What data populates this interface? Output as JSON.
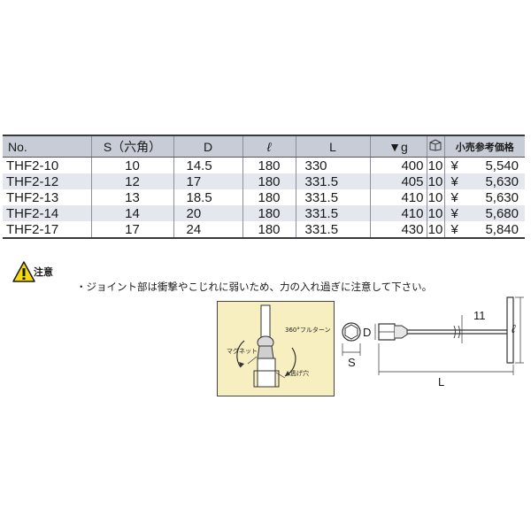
{
  "table": {
    "headers": {
      "no": "No.",
      "s": "S（六角）",
      "d": "D",
      "l_small": "ℓ",
      "l": "L",
      "g": "▼g",
      "retail_price": "小売参考価格"
    },
    "rows": [
      {
        "no": "THF2-10",
        "s": "10",
        "d": "14.5",
        "l_small": "180",
        "l": "330",
        "g": "400",
        "qty": "10",
        "yen": "¥",
        "price": "5,540"
      },
      {
        "no": "THF2-12",
        "s": "12",
        "d": "17",
        "l_small": "180",
        "l": "331.5",
        "g": "405",
        "qty": "10",
        "yen": "¥",
        "price": "5,630"
      },
      {
        "no": "THF2-13",
        "s": "13",
        "d": "18.5",
        "l_small": "180",
        "l": "331.5",
        "g": "410",
        "qty": "10",
        "yen": "¥",
        "price": "5,630"
      },
      {
        "no": "THF2-14",
        "s": "14",
        "d": "20",
        "l_small": "180",
        "l": "331.5",
        "g": "410",
        "qty": "10",
        "yen": "¥",
        "price": "5,680"
      },
      {
        "no": "THF2-17",
        "s": "17",
        "d": "24",
        "l_small": "180",
        "l": "331.5",
        "g": "430",
        "qty": "10",
        "yen": "¥",
        "price": "5,840"
      }
    ]
  },
  "caution": {
    "title": "注意",
    "note": "・ジョイント部は衝撃やこじれに弱いため、力の入れ過ぎに注意して下さい。"
  },
  "inset": {
    "rotation_label": "360°フルターン",
    "magnet_label": "マグネット",
    "escape_hole_label": "逃げ穴"
  },
  "dimensions": {
    "d": "D",
    "s": "S",
    "l": "L",
    "l_small": "ℓ",
    "eleven": "11"
  },
  "colors": {
    "header_bg": "#c7ccd6",
    "stripe_bg": "#e4e7ee",
    "caution_yellow": "#f5d90a",
    "inset_bg": "#f8efc1"
  },
  "icons": {
    "caution": "warning-triangle-icon",
    "box": "box-icon"
  }
}
